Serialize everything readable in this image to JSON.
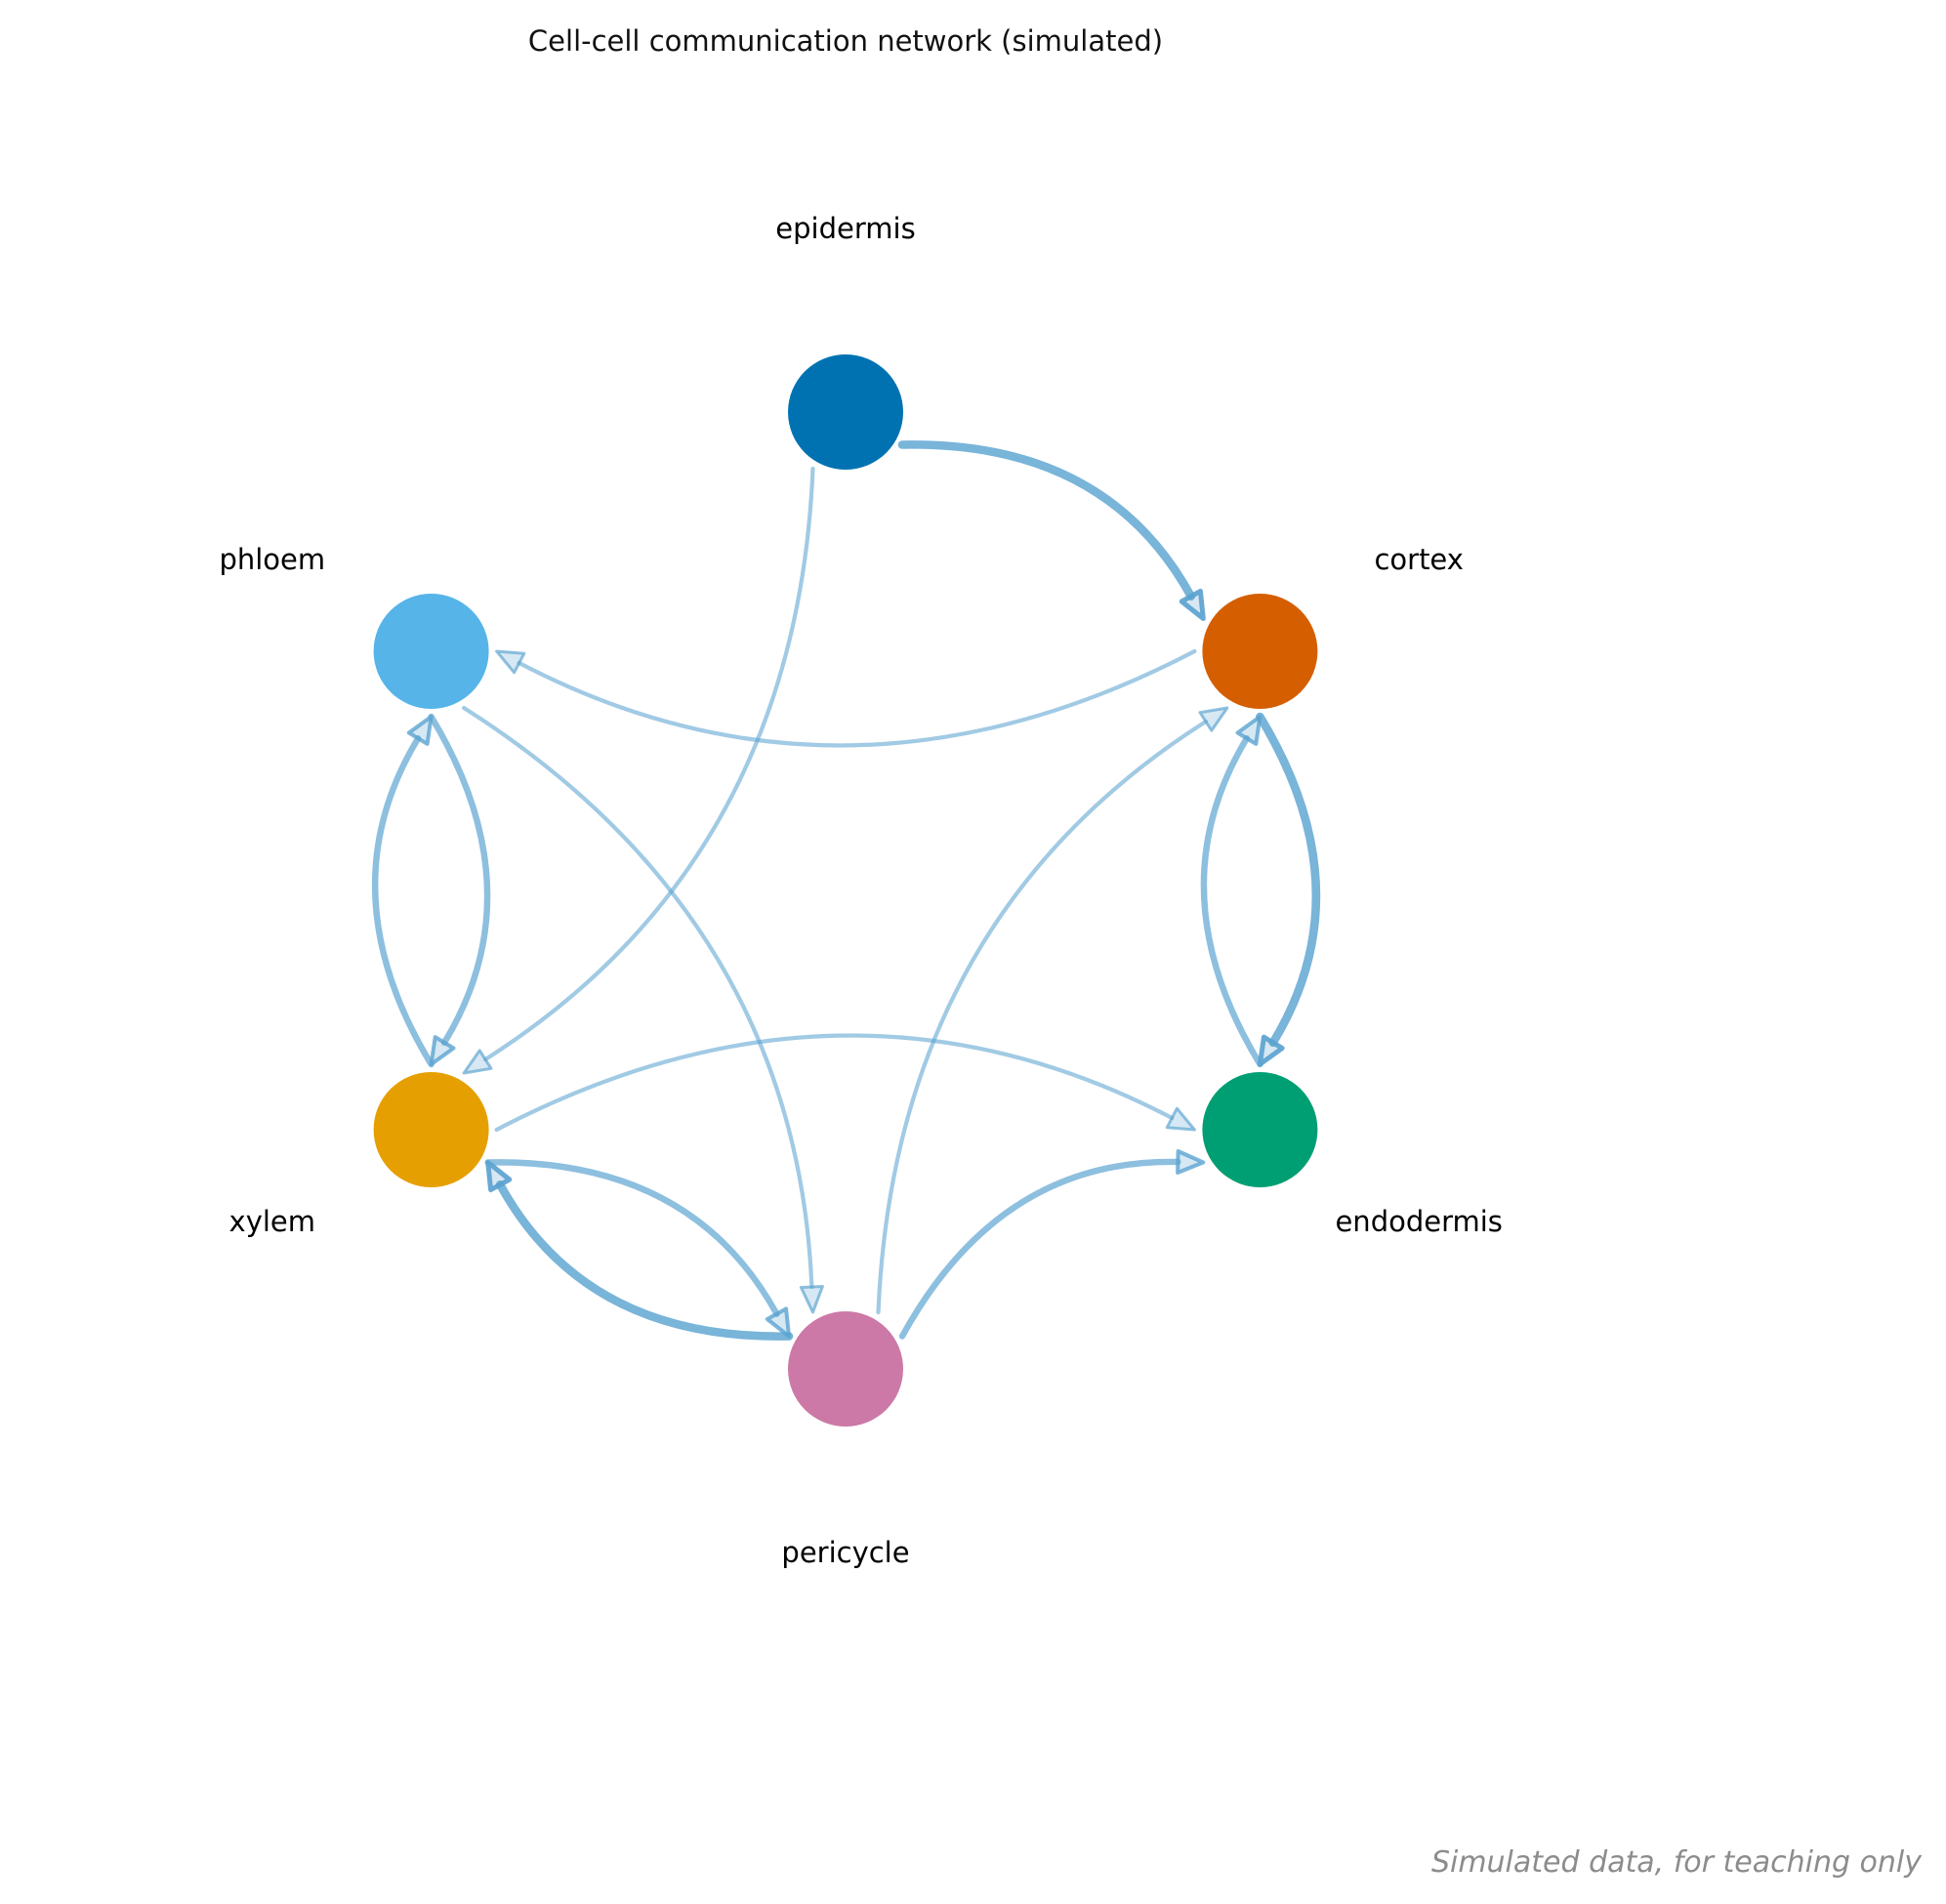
{
  "title": "Cell-cell communication network (simulated)",
  "footnote": "Simulated data, for teaching only",
  "colors": {
    "edge": "#5aa2d0",
    "background": "#ffffff"
  },
  "nodes": [
    {
      "id": "epidermis",
      "label": "epidermis",
      "color": "#0072b2"
    },
    {
      "id": "cortex",
      "label": "cortex",
      "color": "#d55e00"
    },
    {
      "id": "endodermis",
      "label": "endodermis",
      "color": "#009e73"
    },
    {
      "id": "pericycle",
      "label": "pericycle",
      "color": "#cc79a7"
    },
    {
      "id": "xylem",
      "label": "xylem",
      "color": "#e69f00"
    },
    {
      "id": "phloem",
      "label": "phloem",
      "color": "#56b4e9"
    }
  ],
  "edges": [
    {
      "source": "epidermis",
      "target": "cortex",
      "weight": 3
    },
    {
      "source": "epidermis",
      "target": "xylem",
      "weight": 1
    },
    {
      "source": "cortex",
      "target": "phloem",
      "weight": 1
    },
    {
      "source": "cortex",
      "target": "endodermis",
      "weight": 3
    },
    {
      "source": "endodermis",
      "target": "cortex",
      "weight": 2
    },
    {
      "source": "pericycle",
      "target": "cortex",
      "weight": 1
    },
    {
      "source": "pericycle",
      "target": "endodermis",
      "weight": 2
    },
    {
      "source": "pericycle",
      "target": "xylem",
      "weight": 3
    },
    {
      "source": "xylem",
      "target": "pericycle",
      "weight": 2
    },
    {
      "source": "xylem",
      "target": "endodermis",
      "weight": 1
    },
    {
      "source": "phloem",
      "target": "xylem",
      "weight": 2
    },
    {
      "source": "xylem",
      "target": "phloem",
      "weight": 2
    },
    {
      "source": "phloem",
      "target": "pericycle",
      "weight": 1
    }
  ]
}
